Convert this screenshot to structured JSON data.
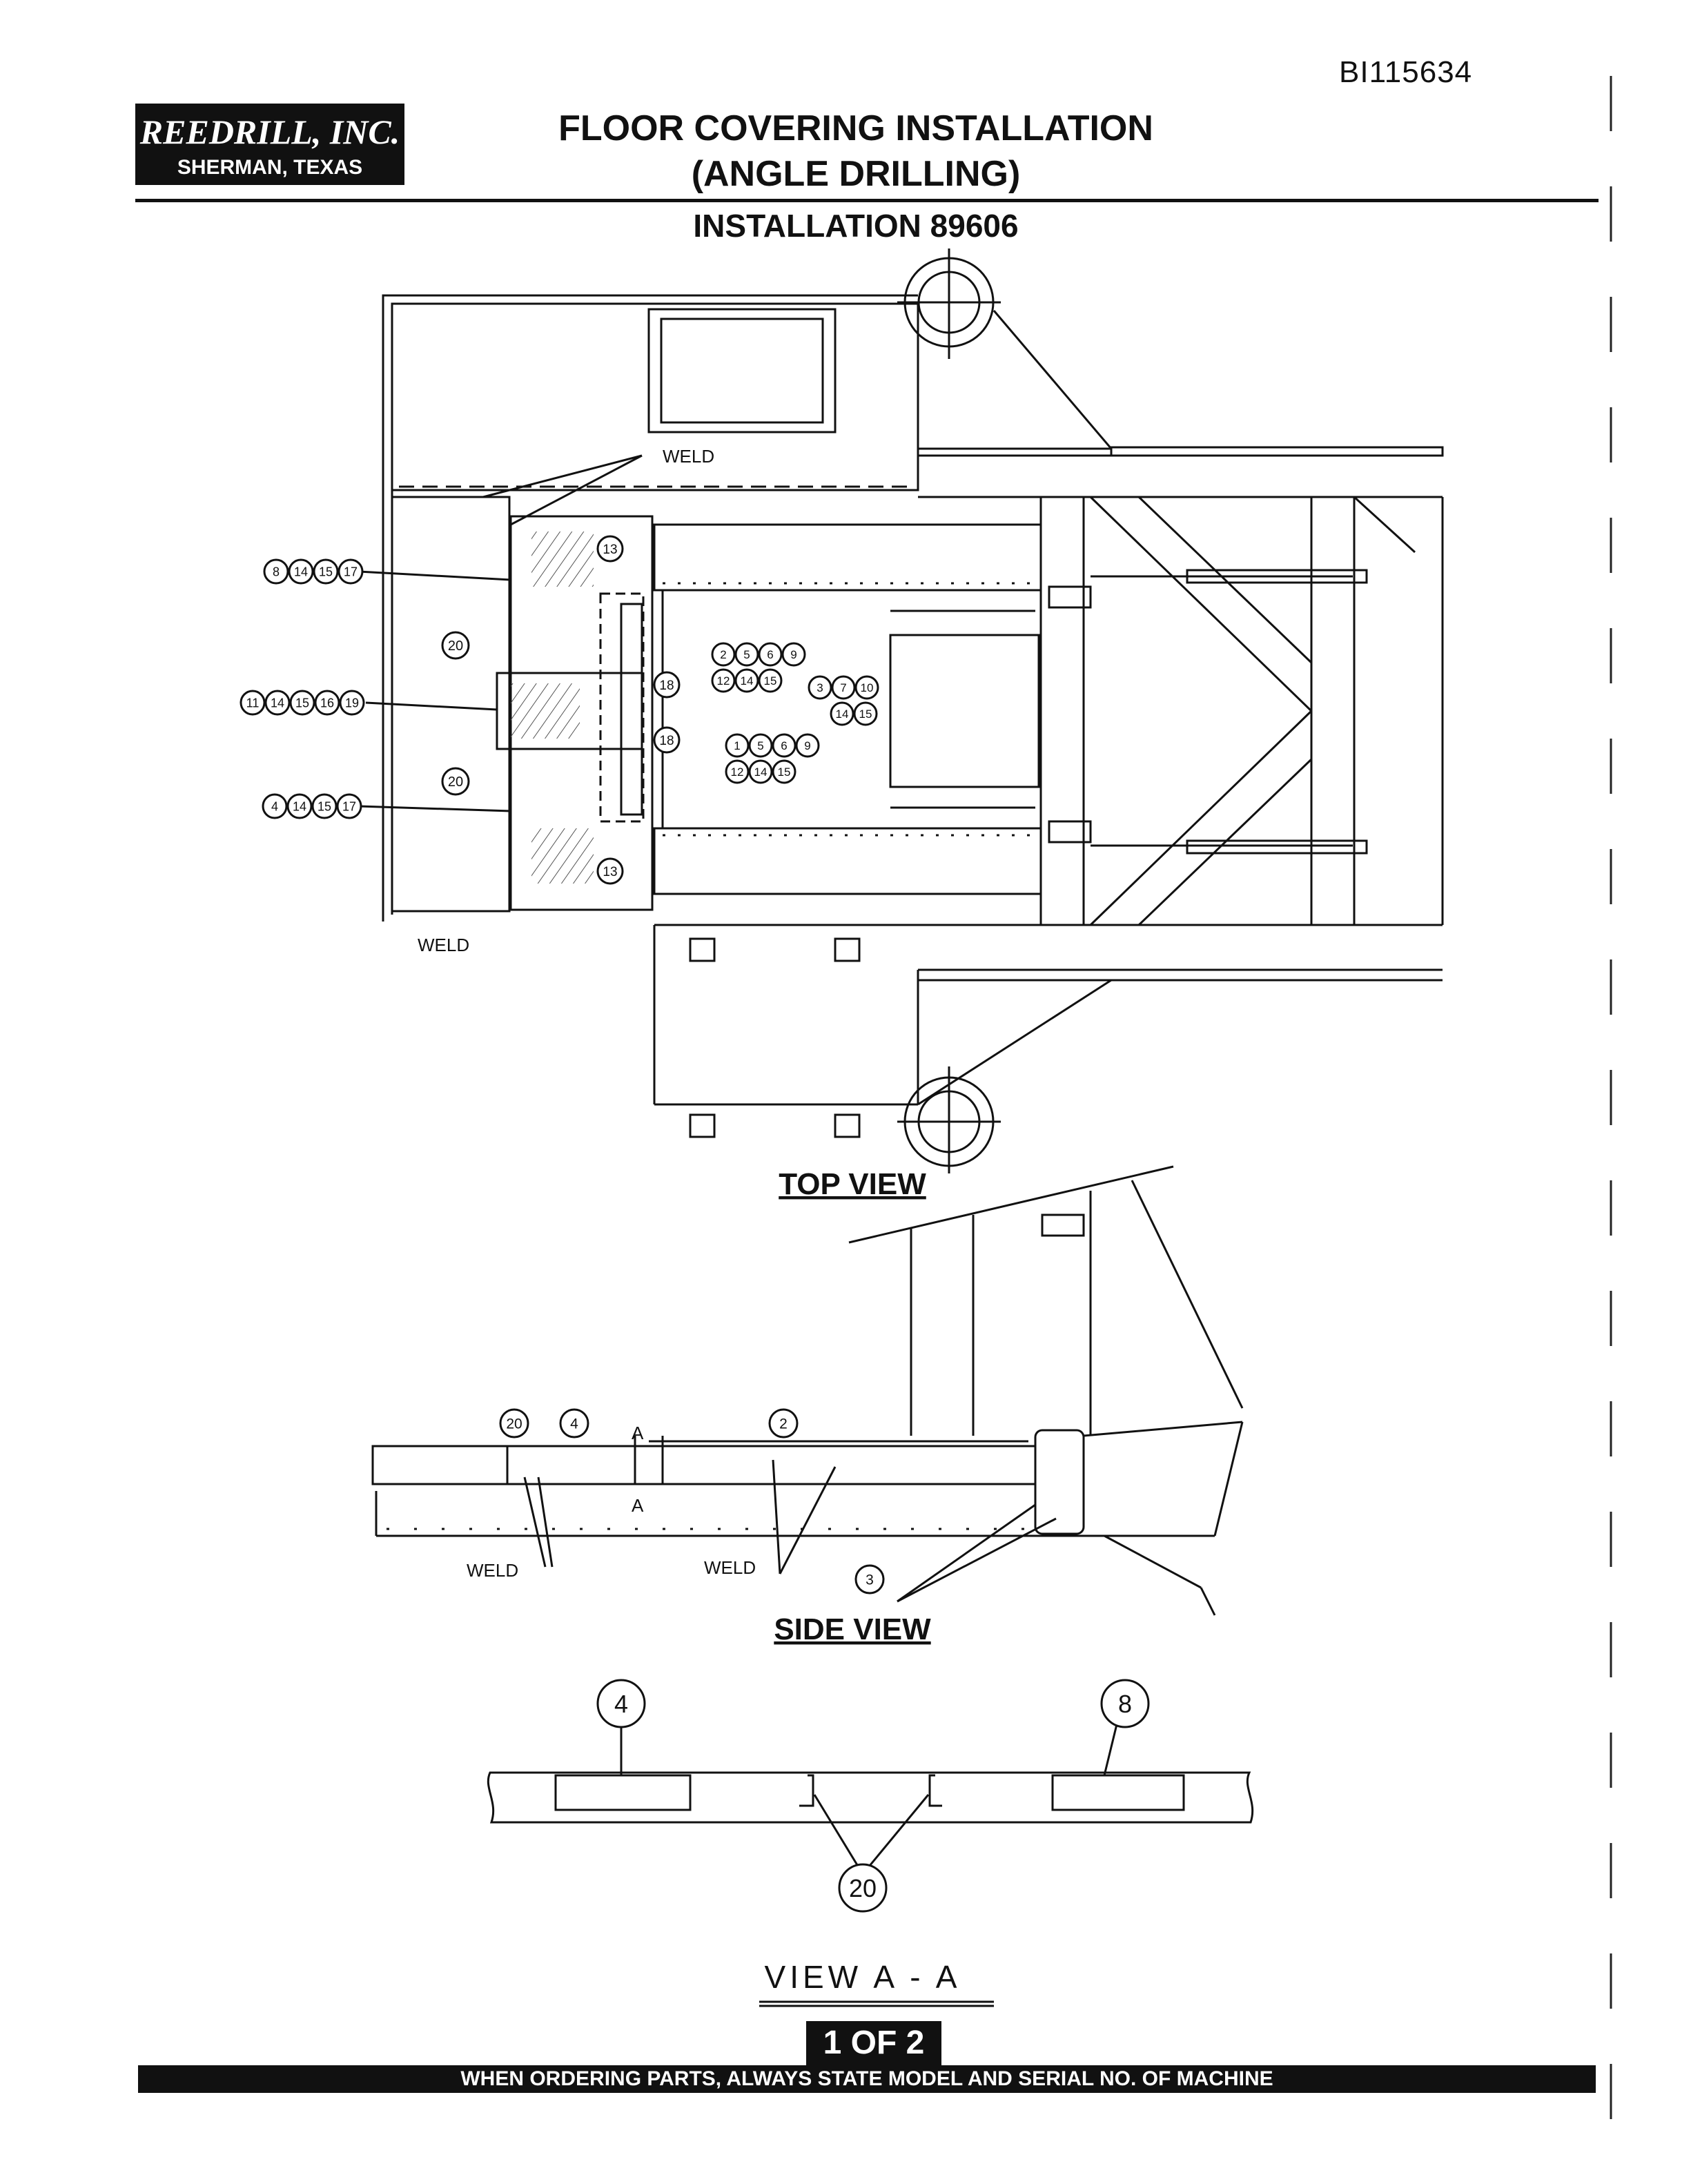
{
  "document_id": "BI115634",
  "company": {
    "name": "REEDRILL, INC.",
    "location": "SHERMAN, TEXAS"
  },
  "title": {
    "line1": "FLOOR COVERING INSTALLATION",
    "line2": "(ANGLE DRILLING)",
    "subtitle": "INSTALLATION 89606"
  },
  "views": {
    "top": "TOP VIEW",
    "side": "SIDE VIEW",
    "section": "VIEW A - A"
  },
  "labels": {
    "weld": "WELD",
    "section_marker": "A"
  },
  "callouts": {
    "plate_upper_left": [
      "8",
      "14",
      "15",
      "17"
    ],
    "plate_middle_left": [
      "11",
      "14",
      "15",
      "16",
      "19"
    ],
    "plate_lower_left": [
      "4",
      "14",
      "15",
      "17"
    ],
    "center_upper_row1": [
      "2",
      "5",
      "6",
      "9"
    ],
    "center_upper_row2": [
      "12",
      "14",
      "15"
    ],
    "right_row1": [
      "3",
      "7",
      "10"
    ],
    "right_row2": [
      "14",
      "15"
    ],
    "center_lower_row1": [
      "1",
      "5",
      "6",
      "9"
    ],
    "center_lower_row2": [
      "12",
      "14",
      "15"
    ],
    "single_13": "13",
    "single_18": "18",
    "single_20": "20",
    "side_20": "20",
    "side_4": "4",
    "side_2": "2",
    "side_3": "3",
    "section_4": "4",
    "section_8": "8",
    "section_20": "20"
  },
  "footer": {
    "page": "1 OF 2",
    "note": "WHEN ORDERING PARTS, ALWAYS STATE MODEL AND SERIAL NO. OF MACHINE"
  }
}
